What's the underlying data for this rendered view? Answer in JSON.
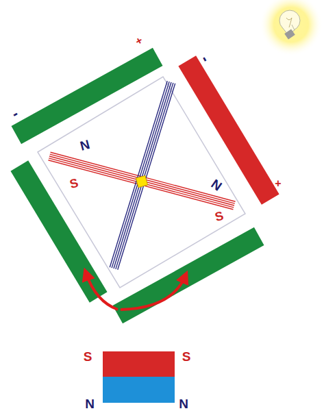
{
  "diagram": {
    "labels": [
      "-",
      "+",
      "-",
      "+",
      "N",
      "S",
      "N",
      "S",
      "S",
      "S",
      "N",
      "N"
    ]
  }
}
